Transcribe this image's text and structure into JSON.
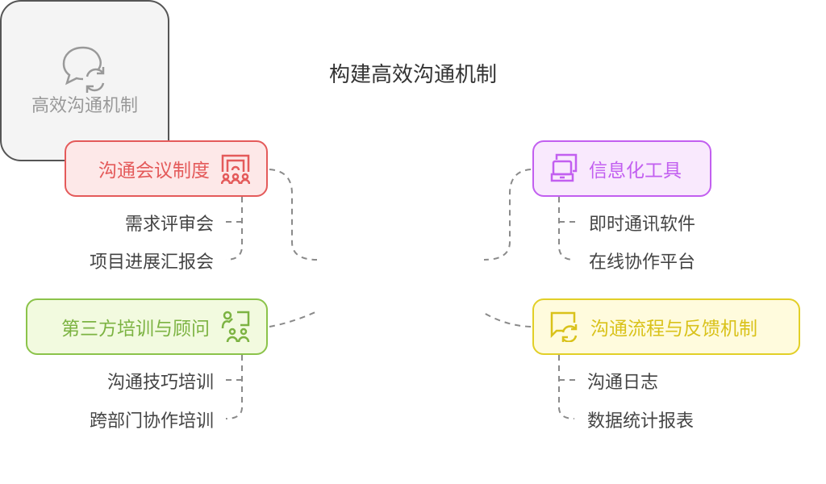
{
  "title": "构建高效沟通机制",
  "center": {
    "label": "高效沟通机制",
    "icon": "chat-sync-icon"
  },
  "branches": [
    {
      "label": "沟通会议制度",
      "icon": "meeting-people-icon",
      "color": "#e45a5a",
      "items": [
        "需求评审会",
        "项目进展汇报会"
      ]
    },
    {
      "label": "信息化工具",
      "icon": "laptop-icon",
      "color": "#c25ff0",
      "items": [
        "即时通讯软件",
        "在线协作平台"
      ]
    },
    {
      "label": "第三方培训与顾问",
      "icon": "training-group-icon",
      "color": "#8bc34a",
      "items": [
        "沟通技巧培训",
        "跨部门协作培训"
      ]
    },
    {
      "label": "沟通流程与反馈机制",
      "icon": "feedback-loop-icon",
      "color": "#e2cf27",
      "items": [
        "沟通日志",
        "数据统计报表"
      ]
    }
  ]
}
